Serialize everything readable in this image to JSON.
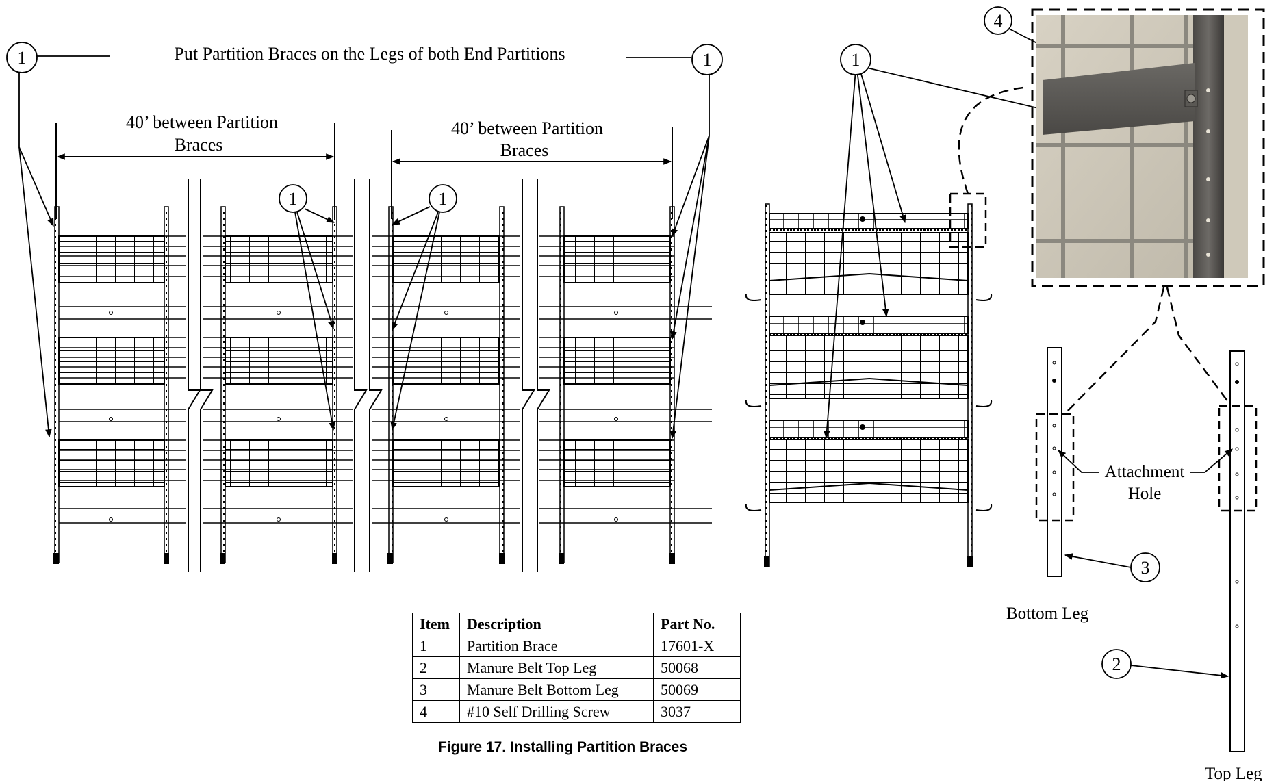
{
  "figure": {
    "caption": "Figure 17. Installing Partition Braces",
    "top_instruction": "Put Partition Braces on the Legs of both End Partitions",
    "spacing_label_left": [
      "40’ between Partition",
      "Braces"
    ],
    "spacing_label_right": [
      "40’ between Partition",
      "Braces"
    ],
    "attachment_hole_label": [
      "Attachment",
      "Hole"
    ],
    "bottom_leg_label": "Bottom Leg",
    "top_leg_label": "Top Leg",
    "callout_numbers": {
      "brace": "1",
      "top_leg": "2",
      "bottom_leg": "3",
      "screw": "4"
    }
  },
  "parts_table": {
    "headers": [
      "Item",
      "Description",
      "Part No."
    ],
    "rows": [
      [
        "1",
        "Partition Brace",
        "17601-X"
      ],
      [
        "2",
        "Manure Belt Top Leg",
        "50068"
      ],
      [
        "3",
        "Manure Belt Bottom Leg",
        "50069"
      ],
      [
        "4",
        "#10 Self Drilling Screw",
        "3037"
      ]
    ]
  }
}
